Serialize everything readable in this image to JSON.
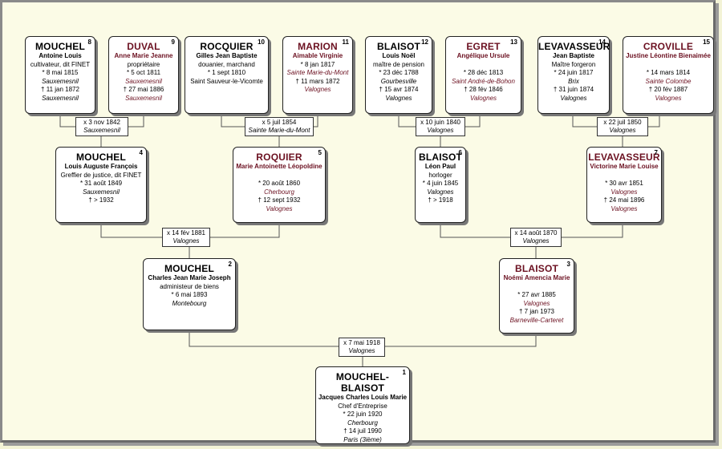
{
  "people": [
    {
      "num": "1",
      "surname": "MOUCHEL-BLAISOT",
      "given": "Jacques Charles Louis Marie",
      "occupation": "Chef d'Entreprise",
      "birth": "* 22 juin 1920",
      "birth_place": "Cherbourg",
      "death": "† 14 juil 1990",
      "death_place": "Paris (3ième)",
      "sex": "m"
    },
    {
      "num": "2",
      "surname": "MOUCHEL",
      "given": "Charles Jean Marie Joseph",
      "occupation": "administeur de biens",
      "birth": "* 6 mai 1893",
      "birth_place": "Montebourg",
      "death": "",
      "death_place": "",
      "sex": "m"
    },
    {
      "num": "3",
      "surname": "BLAISOT",
      "given": "Noémi Amencia Marie",
      "occupation": "",
      "birth": "* 27 avr 1885",
      "birth_place": "Valognes",
      "death": "† 7 jan 1973",
      "death_place": "Barneville-Carteret",
      "sex": "f"
    },
    {
      "num": "4",
      "surname": "MOUCHEL",
      "given": "Louis Auguste François",
      "occupation": "Greffier de justice, dit FINET",
      "birth": "* 31 août 1849",
      "birth_place": "Sauxemesnil",
      "death": "† > 1932",
      "death_place": "",
      "sex": "m"
    },
    {
      "num": "5",
      "surname": "ROQUIER",
      "given": "Marie Antoinette Léopoldine",
      "occupation": "",
      "birth": "* 20 août 1860",
      "birth_place": "Cherbourg",
      "death": "† 12 sept 1932",
      "death_place": "Valognes",
      "sex": "f"
    },
    {
      "num": "6",
      "surname": "BLAISOT",
      "given": "Léon Paul",
      "occupation": "horloger",
      "birth": "* 4 juin 1845",
      "birth_place": "Valognes",
      "death": "† > 1918",
      "death_place": "",
      "sex": "m"
    },
    {
      "num": "7",
      "surname": "LEVAVASSEUR",
      "given": "Victorine Marie Louise",
      "occupation": "",
      "birth": "* 30 avr 1851",
      "birth_place": "Valognes",
      "death": "† 24 mai 1896",
      "death_place": "Valognes",
      "sex": "f"
    },
    {
      "num": "8",
      "surname": "MOUCHEL",
      "given": "Antoine Louis",
      "occupation": "cultivateur, dit FINET",
      "birth": "* 8 mai 1815",
      "birth_place": "Sauxemesnil",
      "death": "† 11 jan 1872",
      "death_place": "Sauxemesnil",
      "sex": "m"
    },
    {
      "num": "9",
      "surname": "DUVAL",
      "given": "Anne Marie Jeanne",
      "occupation": "propriétaire",
      "birth": "* 5 oct 1811",
      "birth_place": "Sauxemesnil",
      "death": "† 27 mai 1886",
      "death_place": "Sauxemesnil",
      "sex": "f"
    },
    {
      "num": "10",
      "surname": "ROCQUIER",
      "given": "Gilles Jean Baptiste",
      "occupation": "douanier, marchand",
      "birth": "* 1 sept 1810",
      "birth_place": "Saint Sauveur-le-Vicomte",
      "death": "",
      "death_place": "",
      "sex": "m"
    },
    {
      "num": "11",
      "surname": "MARION",
      "given": "Aimable Virginie",
      "occupation": "",
      "birth": "* 8 jan 1817",
      "birth_place": "Sainte Marie-du-Mont",
      "death": "† 11 mars 1872",
      "death_place": "Valognes",
      "sex": "f"
    },
    {
      "num": "12",
      "surname": "BLAISOT",
      "given": "Louis Noël",
      "occupation": "maître de pension",
      "birth": "* 23 déc 1788",
      "birth_place": "Gourbesville",
      "death": "† 15 avr 1874",
      "death_place": "Valognes",
      "sex": "m"
    },
    {
      "num": "13",
      "surname": "EGRET",
      "given": "Angélique Ursule",
      "occupation": "",
      "birth": "* 28 déc 1813",
      "birth_place": "Saint André-de-Bohon",
      "death": "† 28 fév 1846",
      "death_place": "Valognes",
      "sex": "f"
    },
    {
      "num": "14",
      "surname": "LEVAVASSEUR",
      "given": "Jean Baptiste",
      "occupation": "Maître forgeron",
      "birth": "* 24 juin 1817",
      "birth_place": "Brix",
      "death": "† 31 juin 1874",
      "death_place": "Valognes",
      "sex": "m"
    },
    {
      "num": "15",
      "surname": "CROVILLE",
      "given": "Justine Léontine Bienaimée",
      "occupation": "",
      "birth": "* 14 mars 1814",
      "birth_place": "Sainte Colombe",
      "death": "† 20 fév 1887",
      "death_place": "Valognes",
      "sex": "f"
    }
  ],
  "marriages": [
    {
      "date": "x 3 nov 1842",
      "place": "Sauxemesnil"
    },
    {
      "date": "x 5 juil 1854",
      "place": "Sainte Marie-du-Mont"
    },
    {
      "date": "x 10 juin 1840",
      "place": "Valognes"
    },
    {
      "date": "x 22 juil 1850",
      "place": "Valognes"
    },
    {
      "date": "x 14 fév 1881",
      "place": "Valognes"
    },
    {
      "date": "x 14 août 1870",
      "place": "Valognes"
    },
    {
      "date": "x 7 mai 1918",
      "place": "Valognes"
    }
  ],
  "colors": {
    "background": "#fbfbe6",
    "female_text": "#6b1020",
    "line": "#555555"
  }
}
